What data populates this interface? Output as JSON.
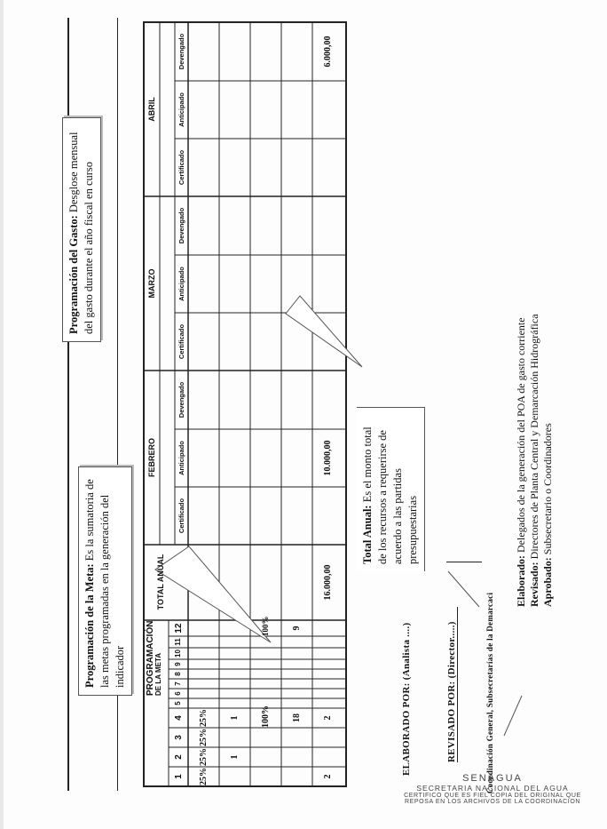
{
  "table": {
    "prog_header": "PROGRAMACIÓN",
    "prog_sub1": "DE",
    "prog_sub2": "LA META",
    "month_numbers": [
      "1",
      "2",
      "3",
      "4",
      "5",
      "6",
      "7",
      "8",
      "9",
      "10",
      "11",
      "12"
    ],
    "total_header": "TOTAL ANUAL",
    "months": [
      {
        "name": "FEBRERO",
        "cols": [
          "Certificado",
          "Anticipado",
          "Devengado"
        ]
      },
      {
        "name": "MARZO",
        "cols": [
          "Certificado",
          "Anticipado",
          "Devengado"
        ]
      },
      {
        "name": "ABRIL",
        "cols": [
          "Certificado",
          "Anticipado",
          "Devengado"
        ]
      }
    ],
    "row1_percents": [
      "25%",
      "25%",
      "25%",
      "25%"
    ],
    "row2_values": [
      "1",
      "1"
    ],
    "row3_values": [
      "100%",
      "100%"
    ],
    "row4_values": [
      "18",
      "9"
    ],
    "row5_values": [
      "2",
      "2"
    ],
    "total_value": "16.000,00",
    "febrero_value": "10.000,00",
    "abril_value": "6.000,00"
  },
  "callouts": {
    "meta_title": "Programación de la Meta:",
    "meta_text": "Es la sumatoria de las metas programadas en la generación del indicador",
    "gasto_title": "Programación del Gasto:",
    "gasto_text": "Desglose mensual del gasto durante el año fiscal en curso",
    "total_title": "Total Anual:",
    "total_text": "Es el monto total de los recursos a requerirse de acuerdo a las partidas presupuestarias"
  },
  "signatures": {
    "elaborado": "ELABORADO POR: (Analista ....)",
    "revisado": "REVISADO POR: (Director.....)",
    "coordinacion": "Coordinación General, Subsecretarías de la Demarcaci"
  },
  "legend": {
    "elaborado_label": "Elaborado:",
    "elaborado_text": "Delegados de la generación del POA de gasto corriente",
    "revisado_label": "Revisado:",
    "revisado_text": "Directores de Planta Central y Demarcación Hidrográfica",
    "aprobado_label": "Aprobado:",
    "aprobado_text": "Subsecretario o Coordinadores"
  },
  "stamp": {
    "line1": "SENAGUA",
    "line2": "SECRETARIA NACIONAL DEL AGUA",
    "line3": "CERTIFICO QUE ES FIEL COPIA DEL ORIGINAL QUE",
    "line4": "REPOSA EN LOS ARCHIVOS DE LA COORDINACION"
  }
}
